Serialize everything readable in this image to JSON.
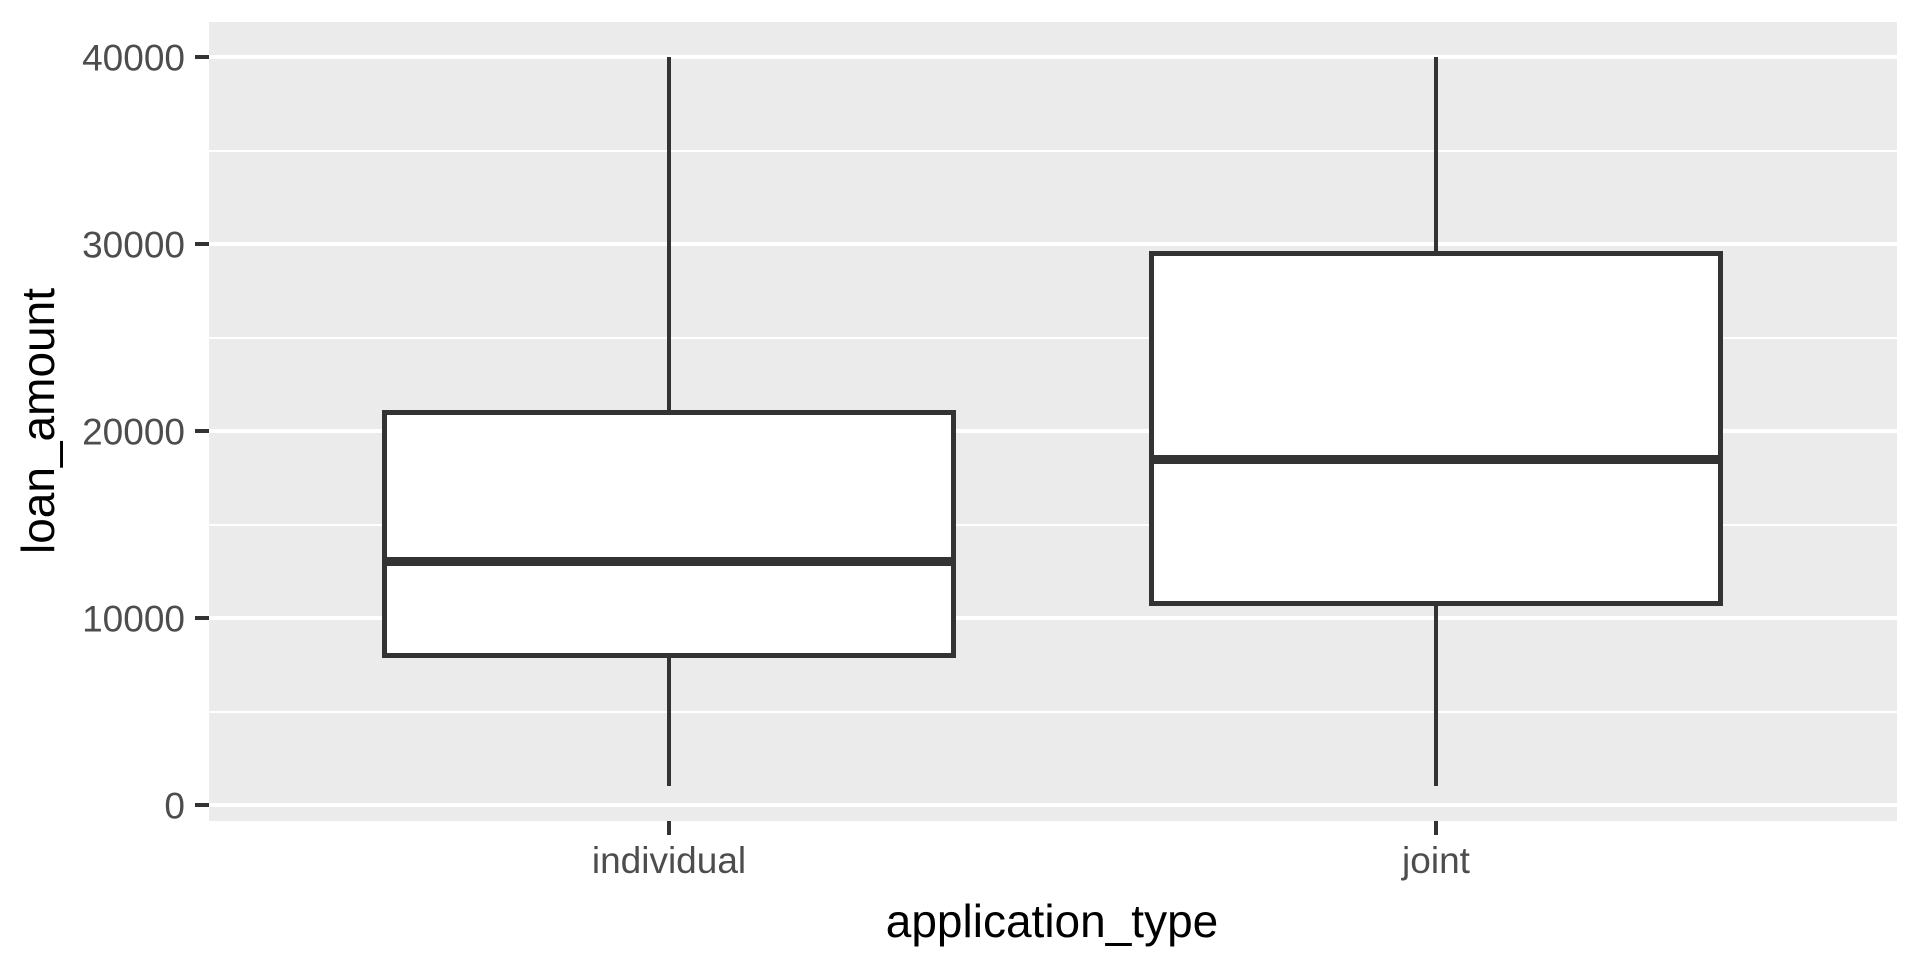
{
  "figure": {
    "y_axis_title": "loan_amount",
    "x_axis_title": "application_type"
  },
  "chart_data": {
    "type": "boxplot",
    "title": "",
    "xlabel": "application_type",
    "ylabel": "loan_amount",
    "categories": [
      "individual",
      "joint"
    ],
    "series": [
      {
        "name": "individual",
        "whisker_min": 1000,
        "q1": 8000,
        "median": 13000,
        "q3": 21000,
        "whisker_max": 40000,
        "outliers": []
      },
      {
        "name": "joint",
        "whisker_min": 1000,
        "q1": 10750,
        "median": 18500,
        "q3": 29500,
        "whisker_max": 40000,
        "outliers": []
      }
    ],
    "y_ticks": [
      0,
      10000,
      20000,
      30000,
      40000
    ],
    "y_minor_ticks": [
      5000,
      15000,
      25000,
      35000
    ],
    "ylim": [
      0,
      40000
    ],
    "grid": true,
    "legend_position": "none",
    "colors": {
      "panel_background": "#EBEBEB",
      "grid_major": "#FFFFFF",
      "grid_minor": "#FFFFFF",
      "box_fill": "#FFFFFF",
      "box_stroke": "#333333",
      "tick_mark": "#333333",
      "tick_label": "#4D4D4D",
      "axis_title": "#000000"
    }
  }
}
